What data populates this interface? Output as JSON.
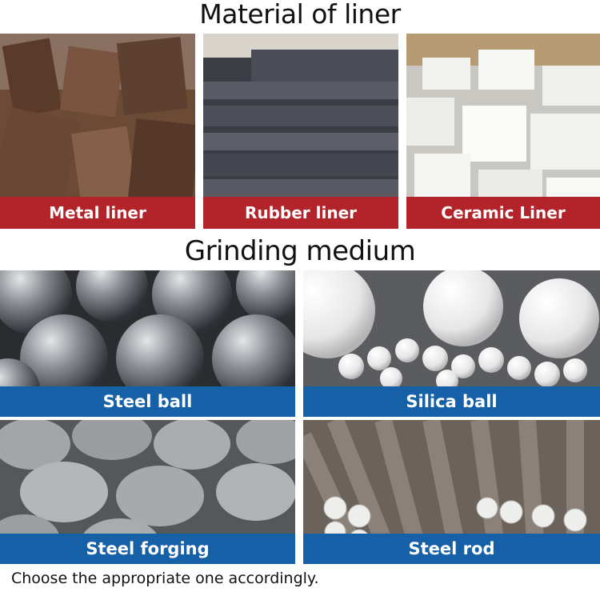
{
  "liner_section": {
    "title": "Material of liner",
    "items": [
      {
        "label": "Metal liner"
      },
      {
        "label": "Rubber liner"
      },
      {
        "label": "Ceramic Liner"
      }
    ]
  },
  "medium_section": {
    "title": "Grinding medium",
    "items": [
      {
        "label": "Steel ball"
      },
      {
        "label": "Silica ball"
      },
      {
        "label": "Steel forging"
      },
      {
        "label": "Steel rod"
      }
    ]
  },
  "footer_text": "Choose the appropriate one accordingly.",
  "colors": {
    "liner_caption": "#b3232a",
    "medium_caption": "#1560a6"
  }
}
